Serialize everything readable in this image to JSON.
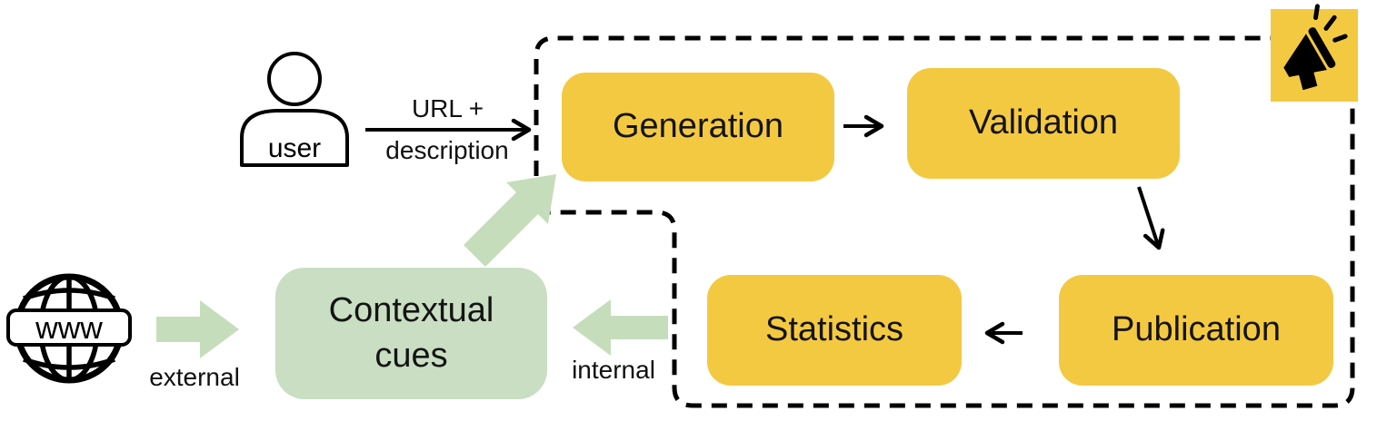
{
  "colors": {
    "node_yellow": "#F4C942",
    "node_green": "#C9DEC2",
    "arrow_green": "#C6DDBC",
    "line": "#000000",
    "background": "#FFFFFF"
  },
  "nodes": {
    "generation": "Generation",
    "validation": "Validation",
    "publication": "Publication",
    "statistics": "Statistics",
    "contextual_cues": "Contextual cues"
  },
  "labels": {
    "user": "user",
    "www": "www",
    "url_line1": "URL +",
    "url_line2": "description",
    "external": "external",
    "internal": "internal"
  },
  "icons": {
    "person": "person-icon",
    "globe": "globe-www-icon",
    "megaphone": "megaphone-icon",
    "arrowhead": "arrowhead-icon"
  }
}
